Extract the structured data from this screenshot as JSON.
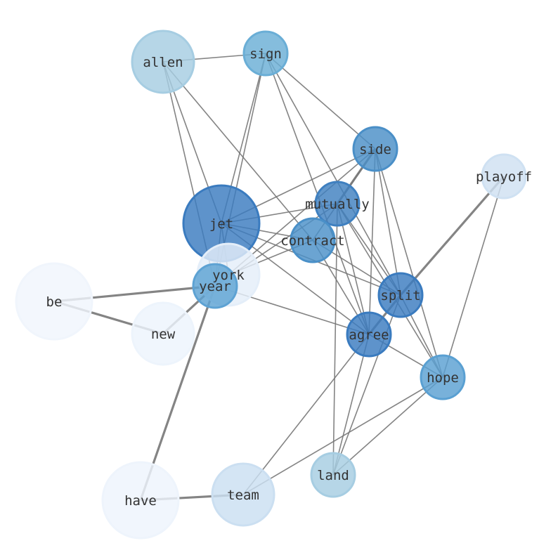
{
  "title": "Word co-occurrence network",
  "nodes": [
    {
      "id": "allen",
      "label": "allen",
      "size": 3,
      "color": "#a6cde2"
    },
    {
      "id": "sign",
      "label": "sign",
      "size": 2,
      "color": "#6aaed6"
    },
    {
      "id": "side",
      "label": "side",
      "size": 2,
      "color": "#4a8fc7"
    },
    {
      "id": "playoff",
      "label": "playoff",
      "size": 2,
      "color": "#cfe1f2"
    },
    {
      "id": "mutually",
      "label": "mutually",
      "size": 2,
      "color": "#3f80c0"
    },
    {
      "id": "jet",
      "label": "jet",
      "size": 4,
      "color": "#3a7bbf"
    },
    {
      "id": "contract",
      "label": "contract",
      "size": 2,
      "color": "#4a90c8"
    },
    {
      "id": "york",
      "label": "york",
      "size": 3,
      "color": "#e4eef9"
    },
    {
      "id": "year",
      "label": "year",
      "size": 2,
      "color": "#5da2d3"
    },
    {
      "id": "be",
      "label": "be",
      "size": 4,
      "color": "#f0f5fc"
    },
    {
      "id": "split",
      "label": "split",
      "size": 2,
      "color": "#3a7bbf"
    },
    {
      "id": "new",
      "label": "new",
      "size": 3,
      "color": "#edf4fc"
    },
    {
      "id": "agree",
      "label": "agree",
      "size": 2,
      "color": "#3a7bbf"
    },
    {
      "id": "hope",
      "label": "hope",
      "size": 2,
      "color": "#5aa0d2"
    },
    {
      "id": "land",
      "label": "land",
      "size": 2,
      "color": "#a6cde2"
    },
    {
      "id": "team",
      "label": "team",
      "size": 3,
      "color": "#cbdff1"
    },
    {
      "id": "have",
      "label": "have",
      "size": 4,
      "color": "#eef4fc"
    }
  ],
  "edges": [
    [
      "allen",
      "sign",
      1
    ],
    [
      "allen",
      "jet",
      1
    ],
    [
      "allen",
      "contract",
      1
    ],
    [
      "allen",
      "year",
      1
    ],
    [
      "sign",
      "jet",
      1
    ],
    [
      "sign",
      "year",
      1
    ],
    [
      "sign",
      "side",
      1
    ],
    [
      "sign",
      "split",
      1
    ],
    [
      "sign",
      "agree",
      1
    ],
    [
      "side",
      "jet",
      1
    ],
    [
      "side",
      "mutually",
      2
    ],
    [
      "side",
      "contract",
      1
    ],
    [
      "side",
      "york",
      1
    ],
    [
      "side",
      "agree",
      1
    ],
    [
      "side",
      "split",
      1
    ],
    [
      "side",
      "hope",
      1
    ],
    [
      "playoff",
      "split",
      2
    ],
    [
      "playoff",
      "hope",
      1
    ],
    [
      "mutually",
      "jet",
      1
    ],
    [
      "mutually",
      "year",
      1
    ],
    [
      "mutually",
      "agree",
      1
    ],
    [
      "mutually",
      "split",
      1
    ],
    [
      "mutually",
      "hope",
      1
    ],
    [
      "mutually",
      "land",
      1
    ],
    [
      "jet",
      "contract",
      1
    ],
    [
      "jet",
      "split",
      1
    ],
    [
      "jet",
      "agree",
      1
    ],
    [
      "jet",
      "year",
      1
    ],
    [
      "jet",
      "york",
      1
    ],
    [
      "contract",
      "split",
      1
    ],
    [
      "contract",
      "agree",
      1
    ],
    [
      "contract",
      "york",
      1
    ],
    [
      "year",
      "agree",
      1
    ],
    [
      "be",
      "year",
      2
    ],
    [
      "be",
      "new",
      2
    ],
    [
      "new",
      "year",
      2
    ],
    [
      "year",
      "have",
      2
    ],
    [
      "have",
      "team",
      2
    ],
    [
      "agree",
      "team",
      1
    ],
    [
      "agree",
      "land",
      1
    ],
    [
      "agree",
      "hope",
      1
    ],
    [
      "split",
      "land",
      1
    ],
    [
      "split",
      "hope",
      1
    ],
    [
      "split",
      "agree",
      2
    ],
    [
      "hope",
      "team",
      1
    ],
    [
      "hope",
      "land",
      1
    ]
  ]
}
